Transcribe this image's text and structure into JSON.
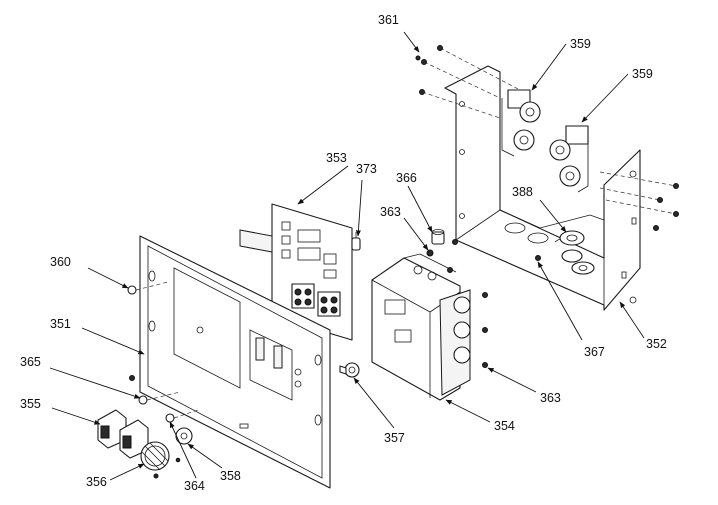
{
  "callouts": {
    "c351": "351",
    "c352": "352",
    "c353": "353",
    "c354": "354",
    "c355": "355",
    "c356": "356",
    "c357": "357",
    "c358": "358",
    "c359a": "359",
    "c359b": "359",
    "c360": "360",
    "c361": "361",
    "c363a": "363",
    "c363b": "363",
    "c364": "364",
    "c365": "365",
    "c366": "366",
    "c367": "367",
    "c373": "373",
    "c388": "388"
  },
  "colors": {
    "line": "#1a1a1a",
    "background": "#ffffff"
  }
}
